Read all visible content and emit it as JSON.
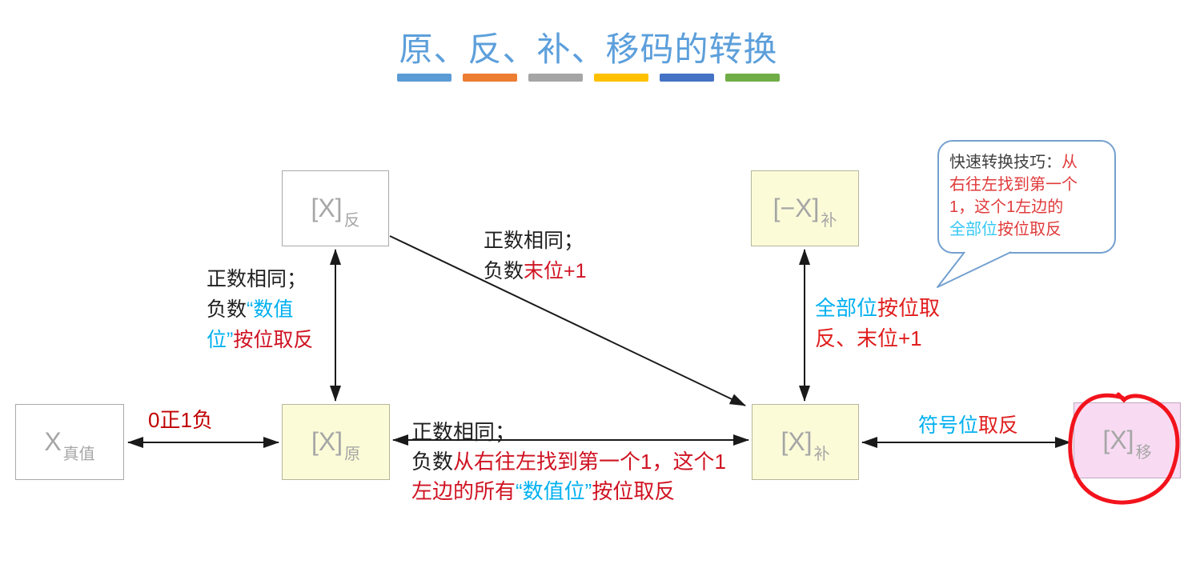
{
  "title": "原、反、补、移码的转换",
  "title_bars": [
    "#5B9BD5",
    "#ED7D31",
    "#A5A5A5",
    "#FFC000",
    "#4472C4",
    "#70AD47"
  ],
  "colors": {
    "title": "#5c9fdb",
    "arrow": "#1a1a1a",
    "dark_text": "#1f1f1f",
    "red_text": "#cf1322",
    "dark_red_text": "#c00000",
    "cyan_text": "#00b0f0",
    "box_text": "#a6a6a6",
    "yellow_fill": "#fbfbd8",
    "pink_fill": "#f8dbf3",
    "callout_border": "#74a0cf",
    "highlight_circle": "#f2131c"
  },
  "boxes": {
    "fan": {
      "main": "[X]",
      "sub": "反"
    },
    "negbu": {
      "main": "[−X]",
      "sub": "补"
    },
    "zhen": {
      "main": "X",
      "sub": "真值"
    },
    "yuan": {
      "main": "[X]",
      "sub": "原"
    },
    "bu": {
      "main": "[X]",
      "sub": "补"
    },
    "yi": {
      "main": "[X]",
      "sub": "移"
    }
  },
  "edge_labels": {
    "zhen_yuan": [
      [
        {
          "t": "0正1负",
          "c": "#c00000"
        }
      ]
    ],
    "yuan_fan": [
      [
        {
          "t": "正数相同；",
          "c": "#1f1f1f"
        }
      ],
      [
        {
          "t": "负数",
          "c": "#1f1f1f"
        },
        {
          "t": "“数值",
          "c": "#00b0f0"
        }
      ],
      [
        {
          "t": "位”",
          "c": "#00b0f0"
        },
        {
          "t": "按位取反",
          "c": "#cf1322"
        }
      ]
    ],
    "fan_bu": [
      [
        {
          "t": "正数相同；",
          "c": "#1f1f1f"
        }
      ],
      [
        {
          "t": "负数",
          "c": "#1f1f1f"
        },
        {
          "t": "末位+1",
          "c": "#cf1322"
        }
      ]
    ],
    "bu_negbu": [
      [
        {
          "t": "全部位",
          "c": "#00b0f0"
        },
        {
          "t": "按位取",
          "c": "#e01e1e"
        }
      ],
      [
        {
          "t": "反、末位+1",
          "c": "#e01e1e"
        }
      ]
    ],
    "yuan_bu": [
      [
        {
          "t": "正数相同；",
          "c": "#1f1f1f"
        }
      ],
      [
        {
          "t": "负数",
          "c": "#1f1f1f"
        },
        {
          "t": "从右往左找到第一个1，这个1",
          "c": "#cf1322"
        }
      ],
      [
        {
          "t": "左边的所有",
          "c": "#cf1322"
        },
        {
          "t": "“数值位”",
          "c": "#00b0f0"
        },
        {
          "t": "按位取反",
          "c": "#cf1322"
        }
      ]
    ],
    "bu_yi": [
      [
        {
          "t": "符号位",
          "c": "#00b0f0"
        },
        {
          "t": "取反",
          "c": "#e01e1e"
        }
      ]
    ]
  },
  "callout": [
    [
      {
        "t": "快速转换技巧：",
        "c": "#3f3f3f"
      },
      {
        "t": "从",
        "c": "#e03a3a"
      }
    ],
    [
      {
        "t": "右往左找到第一个",
        "c": "#e03a3a"
      }
    ],
    [
      {
        "t": "1，这个1左边的",
        "c": "#e03a3a"
      }
    ],
    [
      {
        "t": "全部位",
        "c": "#35c7f4"
      },
      {
        "t": "按位取反",
        "c": "#e03a3a"
      }
    ]
  ]
}
